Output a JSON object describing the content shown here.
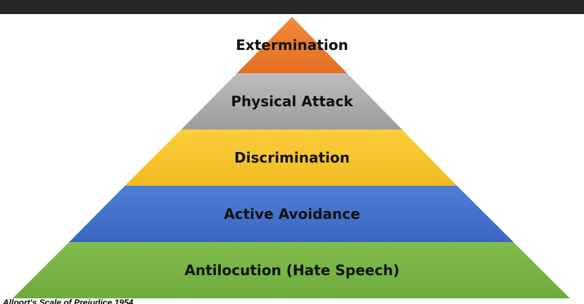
{
  "pyramid": {
    "tiers": [
      {
        "label": "Extermination",
        "color": "#ef7b2d",
        "color_dark": "#d4621a"
      },
      {
        "label": "Physical Attack",
        "color": "#b4b4b4",
        "color_dark": "#8f8f8f"
      },
      {
        "label": "Discrimination",
        "color": "#f8c62f",
        "color_dark": "#e8b21c"
      },
      {
        "label": "Active Avoidance",
        "color": "#4a78d0",
        "color_dark": "#3560b8"
      },
      {
        "label": "Antilocution (Hate Speech)",
        "color": "#7ab648",
        "color_dark": "#68a336"
      }
    ]
  },
  "caption": "Allport's Scale of Prejudice 1954"
}
